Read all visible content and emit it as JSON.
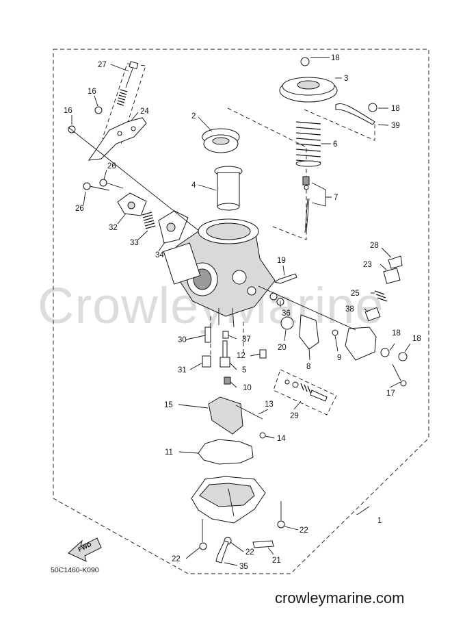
{
  "diagram": {
    "code": "50C1460-K090",
    "watermark": "CrowleyMarine",
    "site": "crowleymarine.com",
    "fwd_label": "FWD",
    "callouts": [
      {
        "id": "c27",
        "label": "27"
      },
      {
        "id": "c18a",
        "label": "18"
      },
      {
        "id": "c3",
        "label": "3"
      },
      {
        "id": "c16a",
        "label": "16"
      },
      {
        "id": "c16b",
        "label": "16"
      },
      {
        "id": "c24",
        "label": "24"
      },
      {
        "id": "c2",
        "label": "2"
      },
      {
        "id": "c18b",
        "label": "18"
      },
      {
        "id": "c39",
        "label": "39"
      },
      {
        "id": "c6",
        "label": "6"
      },
      {
        "id": "c26a",
        "label": "26"
      },
      {
        "id": "c4",
        "label": "4"
      },
      {
        "id": "c7",
        "label": "7"
      },
      {
        "id": "c26b",
        "label": "26"
      },
      {
        "id": "c32",
        "label": "32"
      },
      {
        "id": "c33",
        "label": "33"
      },
      {
        "id": "c34",
        "label": "34"
      },
      {
        "id": "c28",
        "label": "28"
      },
      {
        "id": "c23",
        "label": "23"
      },
      {
        "id": "c19",
        "label": "19"
      },
      {
        "id": "c25",
        "label": "25"
      },
      {
        "id": "c36",
        "label": "36"
      },
      {
        "id": "c38",
        "label": "38"
      },
      {
        "id": "c30",
        "label": "30"
      },
      {
        "id": "c37",
        "label": "37"
      },
      {
        "id": "c20",
        "label": "20"
      },
      {
        "id": "c9",
        "label": "9"
      },
      {
        "id": "c18c",
        "label": "18"
      },
      {
        "id": "c18d",
        "label": "18"
      },
      {
        "id": "c12",
        "label": "12"
      },
      {
        "id": "c8",
        "label": "8"
      },
      {
        "id": "c31",
        "label": "31"
      },
      {
        "id": "c5",
        "label": "5"
      },
      {
        "id": "c17",
        "label": "17"
      },
      {
        "id": "c10",
        "label": "10"
      },
      {
        "id": "c29",
        "label": "29"
      },
      {
        "id": "c15",
        "label": "15"
      },
      {
        "id": "c13",
        "label": "13"
      },
      {
        "id": "c14",
        "label": "14"
      },
      {
        "id": "c11",
        "label": "11"
      },
      {
        "id": "c1",
        "label": "1"
      },
      {
        "id": "c22a",
        "label": "22"
      },
      {
        "id": "c22b",
        "label": "22"
      },
      {
        "id": "c21",
        "label": "21"
      },
      {
        "id": "c22c",
        "label": "22"
      },
      {
        "id": "c35",
        "label": "35"
      }
    ]
  }
}
